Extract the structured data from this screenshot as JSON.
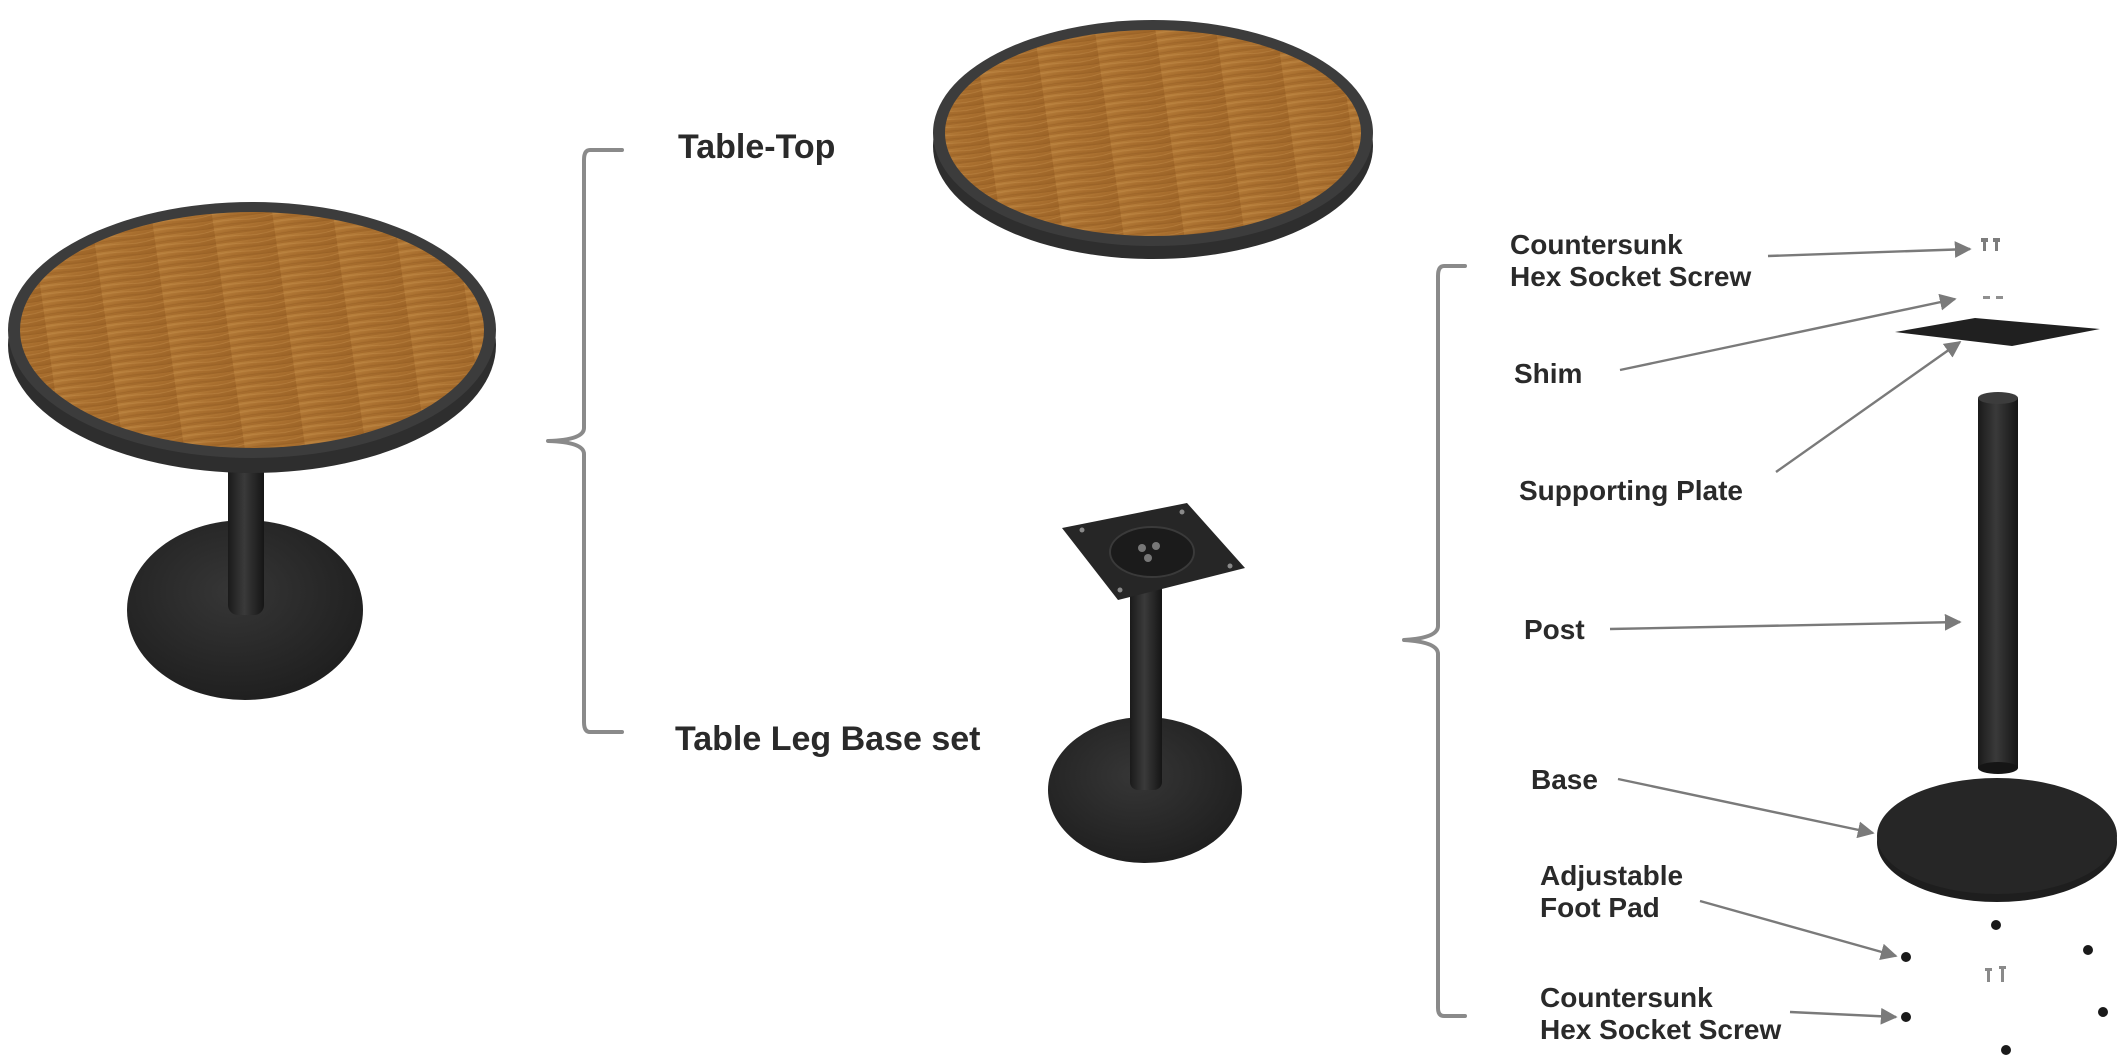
{
  "assembly": {
    "table_top_label": "Table-Top",
    "leg_base_label": "Table Leg Base set"
  },
  "parts": {
    "screw_top": [
      "Countersunk",
      "Hex Socket Screw"
    ],
    "shim": "Shim",
    "supporting_plate": "Supporting Plate",
    "post": "Post",
    "base": "Base",
    "foot_pad": [
      "Adjustable",
      "Foot Pad"
    ],
    "screw_bottom": [
      "Countersunk",
      "Hex Socket Screw"
    ]
  },
  "colors": {
    "wood": "#b27836",
    "wood_dark": "#8f5a22",
    "edge": "#3a3a3a",
    "metal": "#252525",
    "arrow": "#7a7a7a",
    "brace": "#8a8a8a",
    "text": "#2a2a2a"
  }
}
